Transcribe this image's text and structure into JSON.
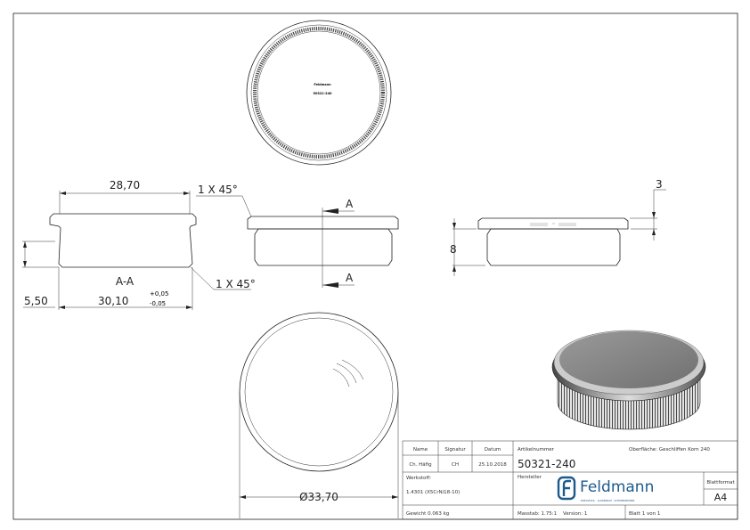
{
  "drawing": {
    "dimensions": {
      "width_top": "28,70",
      "chamfer_top": "1 X 45°",
      "chamfer_bottom": "1 X 45°",
      "section_label": "A-A",
      "height_left": "5,50",
      "diameter_bottom": "30,10",
      "tol_plus": "+0,05",
      "tol_minus": "-0,05",
      "cut_label": "A",
      "flange_height": "3",
      "body_height": "8",
      "outer_diameter": "Ø33,70"
    },
    "engraving": {
      "line1": "Feldmann",
      "line2": "50321-240"
    }
  },
  "title_block": {
    "name_header": "Name",
    "signature_header": "Signatur",
    "date_header": "Datum",
    "name": "Ch. Häfig",
    "signature": "CH",
    "date": "25.10.2018",
    "article_label": "Artikelnummer",
    "article_number": "50321-240",
    "surface": "Oberfläche:  Geschliffen Korn 240",
    "material_label": "Werkstoff:",
    "material": "1.4301 (X5CrNi18-10)",
    "manufacturer_label": "Hersteller",
    "logo_text": "Feldmann",
    "logo_tagline": "EDELSTAHL · ALUMINIUM · SCHMIEDEEISEN",
    "format_label": "Blattformat",
    "format": "A4",
    "weight": "Gewicht 0.063 kg",
    "scale_version": "Masstab: 1.75:1    Version: 1",
    "sheet": "Blatt 1 von 1",
    "logo_color": "#1d5a8c"
  }
}
